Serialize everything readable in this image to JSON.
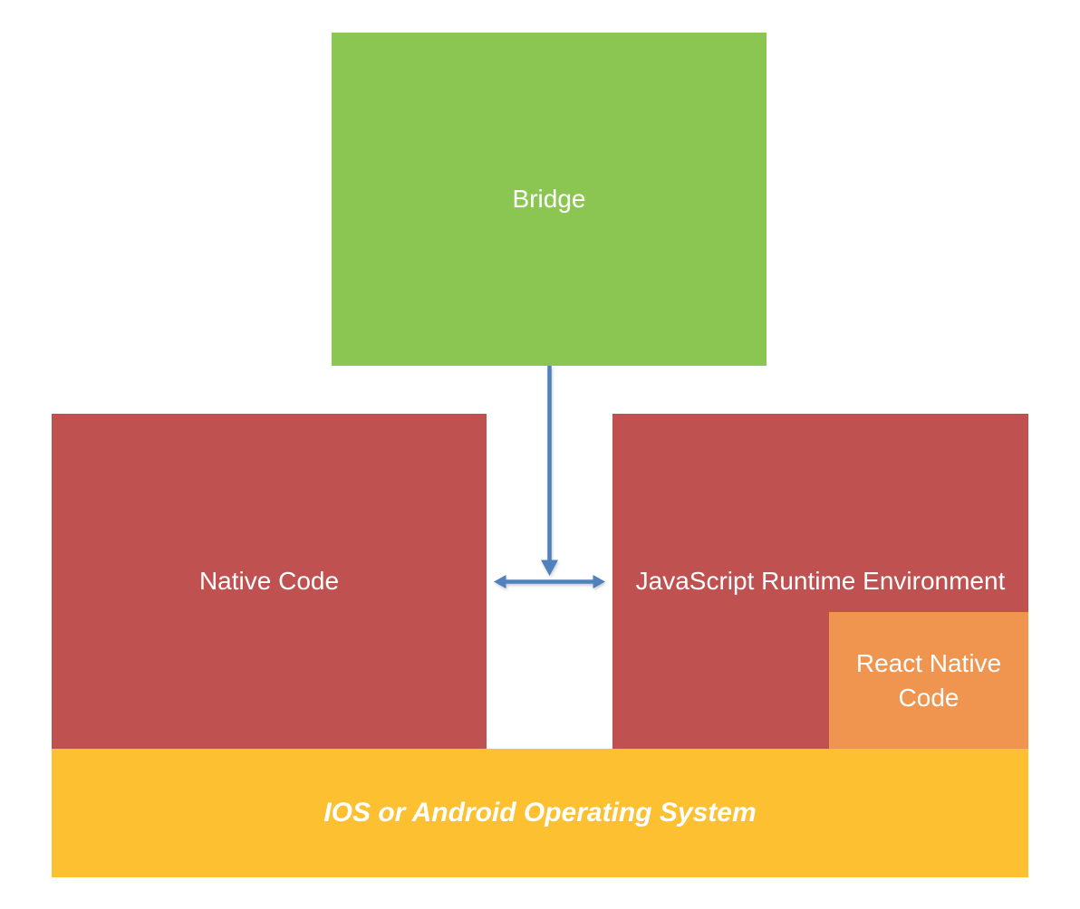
{
  "diagram": {
    "background_color": "#FFFFFF",
    "text_color": "#FFFFFF",
    "nodes": {
      "bridge": {
        "label": "Bridge",
        "bg": "#8CC652"
      },
      "native_code": {
        "label": "Native Code",
        "bg": "#BF5151"
      },
      "js_runtime": {
        "label": "JavaScript Runtime Environment",
        "bg": "#BF5151"
      },
      "react_native_code": {
        "label": "React Native Code",
        "bg": "#F0954F"
      },
      "os_bar": {
        "label": "IOS or Android Operating System",
        "bg": "#FCC030"
      }
    },
    "connectors": {
      "color": "#4F81BD",
      "down_arrow": "arrow from Bridge down to gap between Native Code and JavaScript Runtime Environment",
      "double_arrow": "double-headed arrow linking Native Code and JavaScript Runtime Environment"
    }
  }
}
